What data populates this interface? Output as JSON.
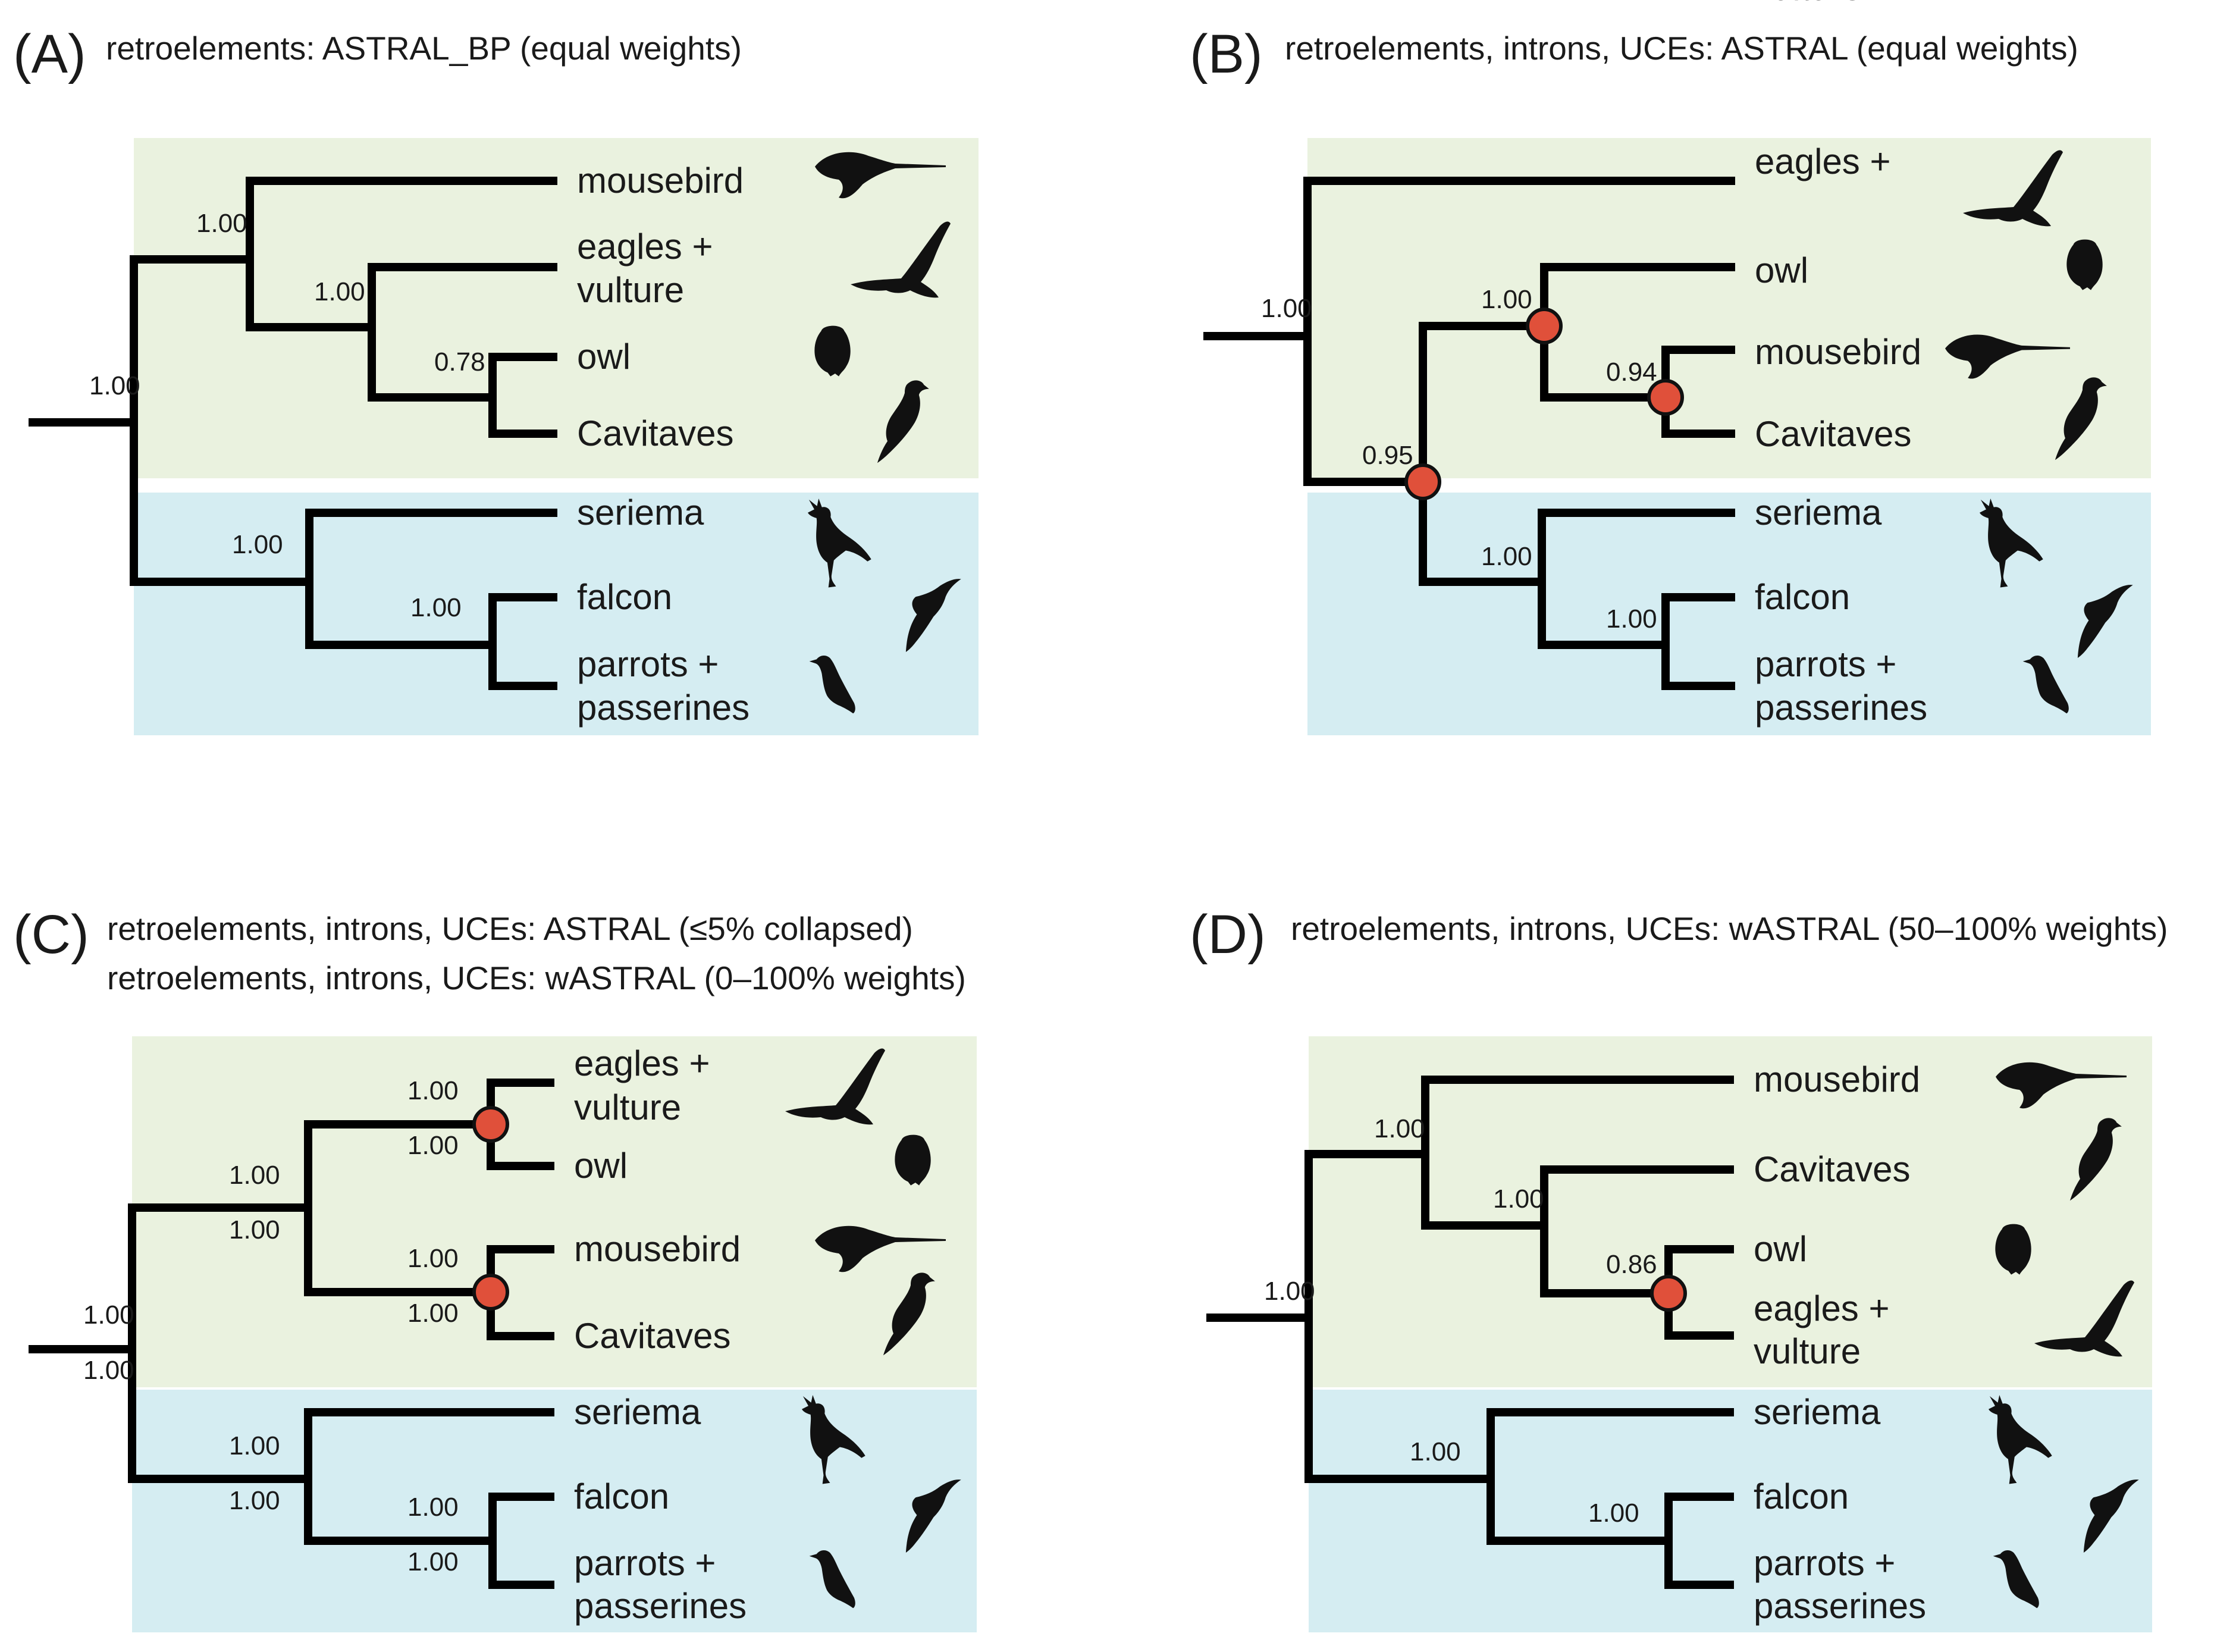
{
  "panels": [
    {
      "id": "A",
      "label": "(A)",
      "titles": [
        "retroelements: ASTRAL_BP (equal weights)"
      ],
      "taxa": [
        {
          "lines": [
            "mousebird"
          ],
          "bird": "mousebird-silhouette-icon"
        },
        {
          "lines": [
            "eagles +",
            "vulture"
          ],
          "bird": "eagle-silhouette-icon"
        },
        {
          "lines": [
            "owl"
          ],
          "bird": "owl-silhouette-icon"
        },
        {
          "lines": [
            "Cavitaves"
          ],
          "bird": "hornbill-silhouette-icon"
        },
        {
          "lines": [
            "seriema"
          ],
          "bird": "seriema-silhouette-icon"
        },
        {
          "lines": [
            "falcon"
          ],
          "bird": "falcon-silhouette-icon"
        },
        {
          "lines": [
            "parrots +",
            "passerines"
          ],
          "bird": "passerine-silhouette-icon"
        }
      ],
      "supports": [
        {
          "top": "1.00"
        },
        {
          "top": "1.00"
        },
        {
          "top": "1.00"
        },
        {
          "top": "0.78"
        },
        {
          "top": "1.00"
        },
        {
          "top": "1.00"
        }
      ],
      "highlighted_nodes": 0
    },
    {
      "id": "B",
      "label": "(B)",
      "titles": [
        "retroelements, introns, UCEs: ASTRAL (equal weights)"
      ],
      "taxa": [
        {
          "lines": [
            "eagles +",
            "vulture"
          ],
          "bird": "eagle-silhouette-icon"
        },
        {
          "lines": [
            "owl"
          ],
          "bird": "owl-silhouette-icon"
        },
        {
          "lines": [
            "mousebird"
          ],
          "bird": "mousebird-silhouette-icon"
        },
        {
          "lines": [
            "Cavitaves"
          ],
          "bird": "hornbill-silhouette-icon"
        },
        {
          "lines": [
            "seriema"
          ],
          "bird": "seriema-silhouette-icon"
        },
        {
          "lines": [
            "falcon"
          ],
          "bird": "falcon-silhouette-icon"
        },
        {
          "lines": [
            "parrots +",
            "passerines"
          ],
          "bird": "passerine-silhouette-icon"
        }
      ],
      "supports": [
        {
          "top": "1.00"
        },
        {
          "top": "0.95"
        },
        {
          "top": "1.00"
        },
        {
          "top": "0.94"
        },
        {
          "top": "1.00"
        },
        {
          "top": "1.00"
        }
      ],
      "highlighted_nodes": 3
    },
    {
      "id": "C",
      "label": "(C)",
      "titles": [
        "retroelements, introns, UCEs: ASTRAL (≤5% collapsed)",
        "retroelements, introns, UCEs: wASTRAL (0–100% weights)"
      ],
      "taxa": [
        {
          "lines": [
            "eagles +",
            "vulture"
          ],
          "bird": "eagle-silhouette-icon"
        },
        {
          "lines": [
            "owl"
          ],
          "bird": "owl-silhouette-icon"
        },
        {
          "lines": [
            "mousebird"
          ],
          "bird": "mousebird-silhouette-icon"
        },
        {
          "lines": [
            "Cavitaves"
          ],
          "bird": "hornbill-silhouette-icon"
        },
        {
          "lines": [
            "seriema"
          ],
          "bird": "seriema-silhouette-icon"
        },
        {
          "lines": [
            "falcon"
          ],
          "bird": "falcon-silhouette-icon"
        },
        {
          "lines": [
            "parrots +",
            "passerines"
          ],
          "bird": "passerine-silhouette-icon"
        }
      ],
      "supports": [
        {
          "top": "1.00",
          "bottom": "1.00"
        },
        {
          "top": "1.00",
          "bottom": "1.00"
        },
        {
          "top": "1.00",
          "bottom": "1.00"
        },
        {
          "top": "1.00",
          "bottom": "1.00"
        },
        {
          "top": "1.00",
          "bottom": "1.00"
        },
        {
          "top": "1.00",
          "bottom": "1.00"
        }
      ],
      "highlighted_nodes": 2
    },
    {
      "id": "D",
      "label": "(D)",
      "titles": [
        "retroelements, introns, UCEs: wASTRAL (50–100% weights)"
      ],
      "taxa": [
        {
          "lines": [
            "mousebird"
          ],
          "bird": "mousebird-silhouette-icon"
        },
        {
          "lines": [
            "Cavitaves"
          ],
          "bird": "hornbill-silhouette-icon"
        },
        {
          "lines": [
            "owl"
          ],
          "bird": "owl-silhouette-icon"
        },
        {
          "lines": [
            "eagles +",
            "vulture"
          ],
          "bird": "eagle-silhouette-icon"
        },
        {
          "lines": [
            "seriema"
          ],
          "bird": "seriema-silhouette-icon"
        },
        {
          "lines": [
            "falcon"
          ],
          "bird": "falcon-silhouette-icon"
        },
        {
          "lines": [
            "parrots +",
            "passerines"
          ],
          "bird": "passerine-silhouette-icon"
        }
      ],
      "supports": [
        {
          "top": "1.00"
        },
        {
          "top": "1.00"
        },
        {
          "top": "1.00"
        },
        {
          "top": "0.86"
        },
        {
          "top": "1.00"
        },
        {
          "top": "1.00"
        }
      ],
      "highlighted_nodes": 1
    }
  ],
  "colors": {
    "upper_clade_background": "#eaf2df",
    "lower_clade_background": "#d5edf2",
    "highlighted_node": "#e0503a",
    "branch": "#000000"
  }
}
